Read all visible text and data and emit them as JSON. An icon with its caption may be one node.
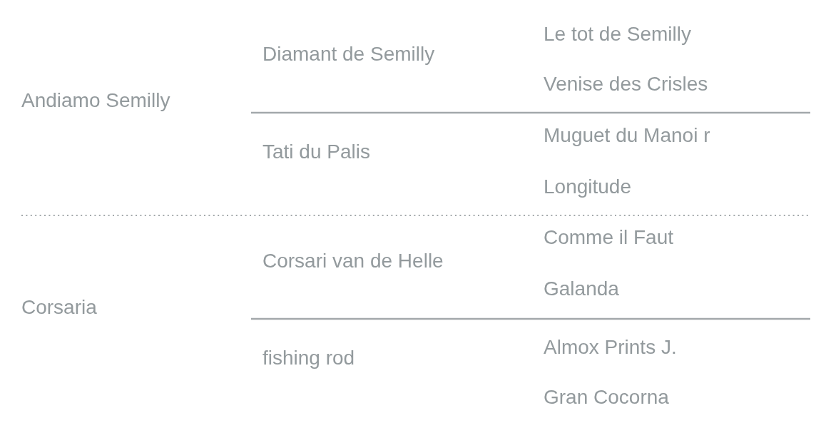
{
  "diagram": {
    "labels": [
      "Andiamo Semilly",
      "Diamant de Semilly",
      "Le tot de Semilly",
      "Venise des Crisles",
      "Tati du Palis",
      "Muguet du Manoi r",
      "Longitude",
      "Corsaria",
      "Corsari van de Helle",
      "Comme il Faut",
      "Galanda",
      "fishing rod",
      "Almox Prints J.",
      "Gran Cocorna"
    ]
  }
}
